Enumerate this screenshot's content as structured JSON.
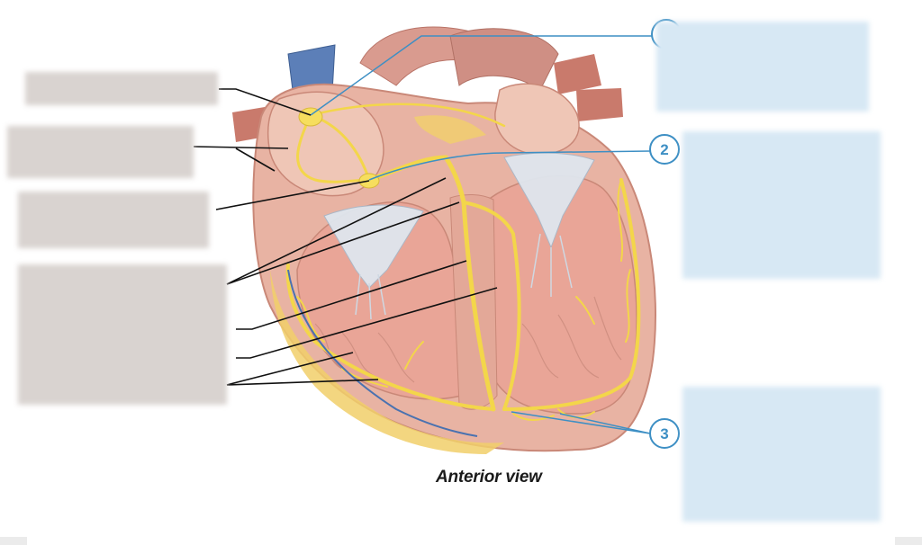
{
  "caption": "Anterior view",
  "callouts": [
    "2",
    "3"
  ],
  "colors": {
    "conduction": "#f3d64a",
    "tissue": "#e8b8a8",
    "tissue_dark": "#d08c7e",
    "valve": "#dfe6ee",
    "callout": "#3d8fc4",
    "leader": "#111111",
    "masked_gray": "#d9d3d0",
    "masked_blue": "#d7e8f4"
  }
}
